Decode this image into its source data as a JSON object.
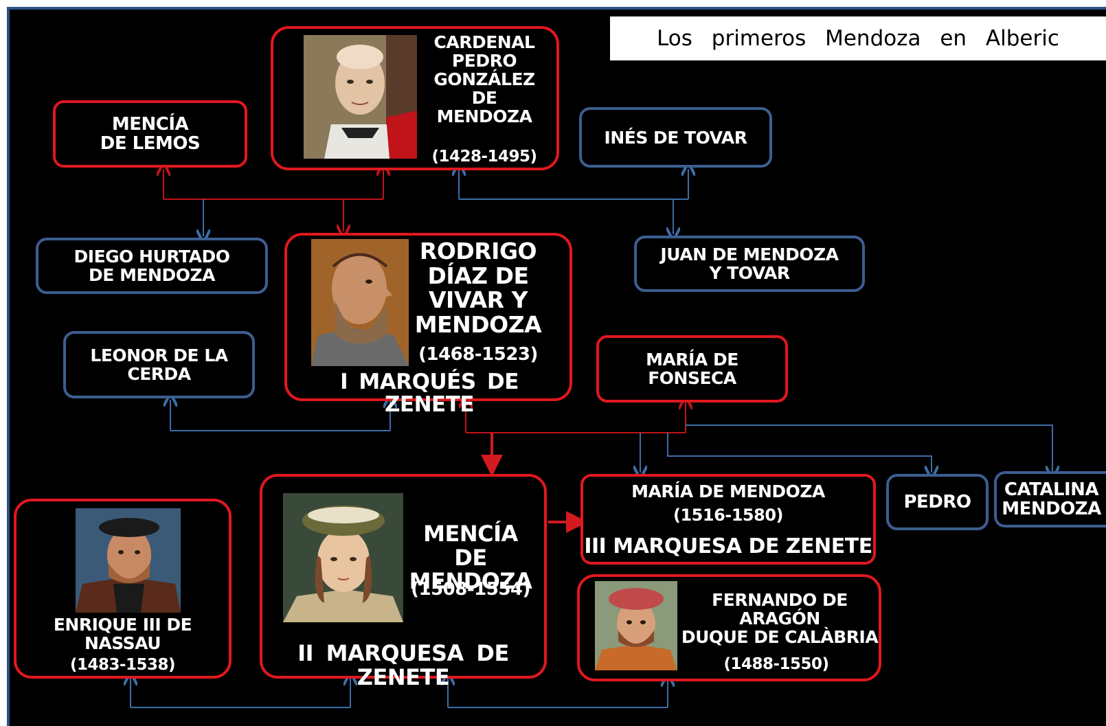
{
  "title": "Los primeros Mendoza en Alberic",
  "colors": {
    "background": "#000000",
    "female_border": "#e0181f",
    "male_border": "#3d5e90",
    "title_bg": "#ffffff"
  },
  "people": {
    "mencia_lemos": {
      "name": "MENCÍA\nDE LEMOS"
    },
    "cardenal": {
      "name": "CARDENAL\nPEDRO\nGONZÁLEZ\nDE\nMENDOZA",
      "dates": "(1428-1495)"
    },
    "ines_tovar": {
      "name": "INÉS DE TOVAR"
    },
    "diego_hurtado": {
      "name": "DIEGO HURTADO\nDE MENDOZA"
    },
    "rodrigo": {
      "name": "RODRIGO\nDÍAZ DE\nVIVAR Y\nMENDOZA",
      "dates": "(1468-1523)",
      "title": "I MARQUÉS DE ZENETE"
    },
    "juan_mendoza": {
      "name": "JUAN DE MENDOZA\nY TOVAR"
    },
    "leonor_cerda": {
      "name": "LEONOR DE LA\nCERDA"
    },
    "maria_fonseca": {
      "name": "MARÍA DE\nFONSECA"
    },
    "enrique_nassau": {
      "name": "ENRIQUE III DE\nNASSAU",
      "dates": "(1483-1538)"
    },
    "mencia_mendoza": {
      "name": "MENCÍA DE\nMENDOZA",
      "dates": "(1508-1554)",
      "title": "II MARQUESA DE ZENETE"
    },
    "maria_mendoza": {
      "name": "MARÍA DE MENDOZA",
      "dates": "(1516-1580)",
      "title": "III MARQUESA DE ZENETE"
    },
    "pedro": {
      "name": "PEDRO"
    },
    "catalina": {
      "name": "CATALINA\nMENDOZA"
    },
    "fernando": {
      "name": "FERNANDO DE\nARAGÓN\nDUQUE DE CALÀBRIA",
      "dates": "(1488-1550)"
    }
  }
}
